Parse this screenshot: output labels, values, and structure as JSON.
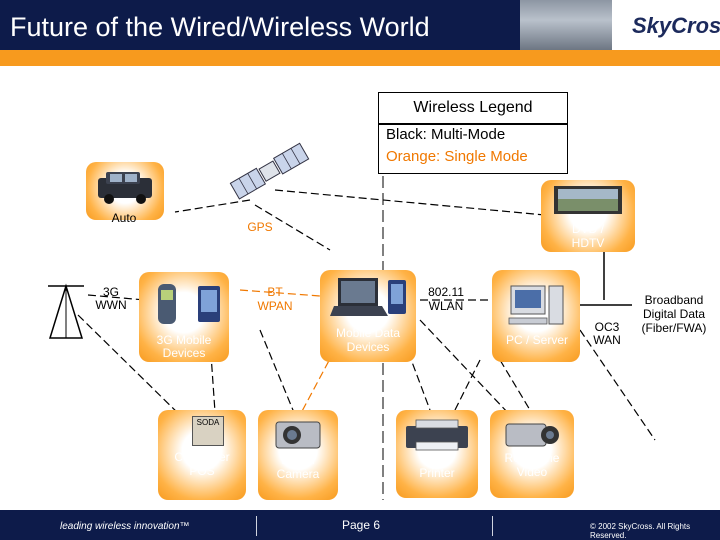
{
  "header": {
    "title": "Future of the Wired/Wireless World",
    "logo": "SkyCross"
  },
  "legend": {
    "title": "Wireless Legend",
    "black_label": "Black: Multi-Mode",
    "orange_label": "Orange: Single Mode"
  },
  "nodes": {
    "auto": "Auto",
    "gps": "GPS",
    "dvd_line1": "DVD /",
    "dvd_line2": "HDTV",
    "wwn_line1": "3G",
    "wwn_line2": "WWN",
    "bt_line1": "BT",
    "bt_line2": "WPAN",
    "wlan_line1": "802.11",
    "wlan_line2": "WLAN",
    "mobile_line1": "3G Mobile",
    "mobile_line2": "Devices",
    "mobiledata_line1": "Mobile Data",
    "mobiledata_line2": "Devices",
    "pc": "PC / Server",
    "oc3_line1": "OC3",
    "oc3_line2": "WAN",
    "broadband_line1": "Broadband",
    "broadband_line2": "Digital Data",
    "broadband_line3": "(Fiber/FWA)",
    "pos_line1": "Consumer",
    "pos_line2": "POS",
    "soda": "SODA",
    "camera_line1": "Digital",
    "camera_line2": "Camera",
    "printer": "Printer",
    "video_line1": "Real-Time",
    "video_line2": "Video"
  },
  "footer": {
    "tagline": "leading wireless innovation™",
    "page": "Page 6",
    "copyright": "© 2002 SkyCross.  All Rights Reserved."
  },
  "colors": {
    "navy": "#0d1b4a",
    "orange": "#f79a1e",
    "link_black": "#000000",
    "link_orange": "#f07800"
  }
}
